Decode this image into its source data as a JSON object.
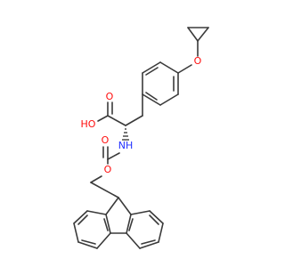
{
  "molecule": {
    "atom_labels": {
      "ether_oxygen": "O",
      "carbonyl_oxygen_acid": "O",
      "hydroxyl": "HO",
      "amide_nitrogen": "NH",
      "carbonyl_oxygen_carbamate": "O",
      "ester_oxygen": "O"
    },
    "colors": {
      "bond": "#3a3a3a",
      "oxygen": "#ff0d0d",
      "nitrogen": "#2131ff"
    }
  }
}
